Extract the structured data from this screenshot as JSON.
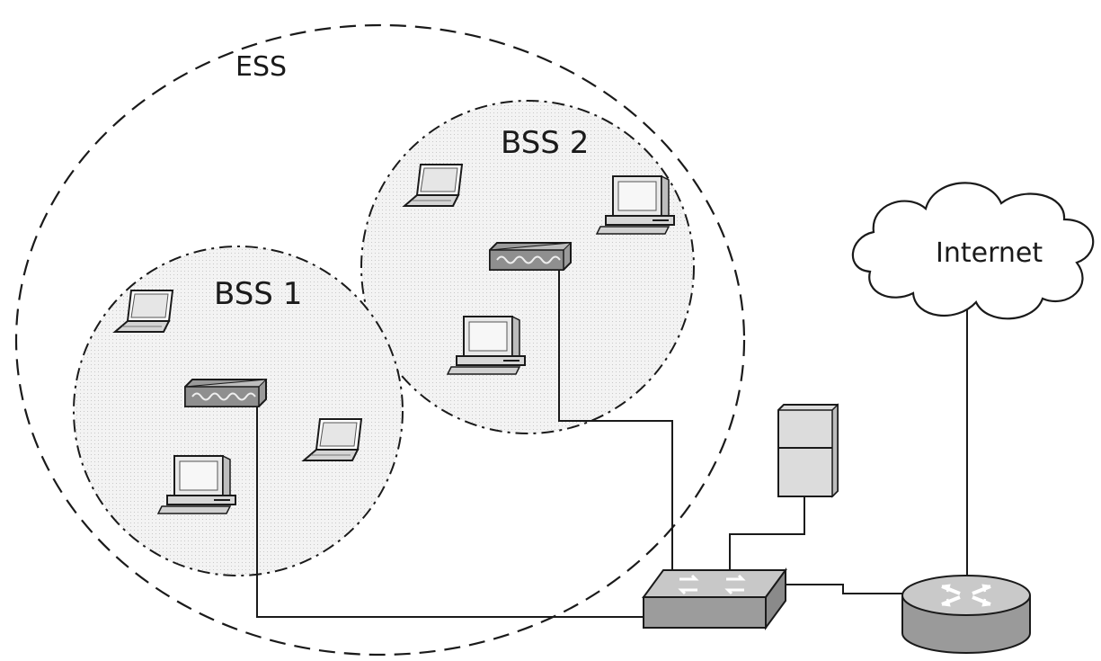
{
  "labels": {
    "ess": "ESS",
    "bss1": "BSS 1",
    "bss2": "BSS 2",
    "internet": "Internet"
  },
  "colors": {
    "line": "#1a1a1a",
    "cell_fill": "#f1f1f1",
    "device_fill": "#dcdcdc",
    "device_dark": "#8a8a8a"
  },
  "devices": [
    {
      "name": "bss1-access-point",
      "icon": "wireless-access-point-icon"
    },
    {
      "name": "bss2-access-point",
      "icon": "wireless-access-point-icon"
    },
    {
      "name": "bss1-laptop-top",
      "icon": "laptop-icon"
    },
    {
      "name": "bss1-laptop-right",
      "icon": "laptop-icon"
    },
    {
      "name": "bss1-desktop",
      "icon": "desktop-computer-icon"
    },
    {
      "name": "bss2-laptop",
      "icon": "laptop-icon"
    },
    {
      "name": "bss2-desktop-right",
      "icon": "desktop-computer-icon"
    },
    {
      "name": "bss2-desktop-bottom",
      "icon": "desktop-computer-icon"
    },
    {
      "name": "server",
      "icon": "server-icon"
    },
    {
      "name": "switch",
      "icon": "switch-icon"
    },
    {
      "name": "router",
      "icon": "router-icon"
    },
    {
      "name": "internet-cloud",
      "icon": "cloud-icon"
    }
  ]
}
